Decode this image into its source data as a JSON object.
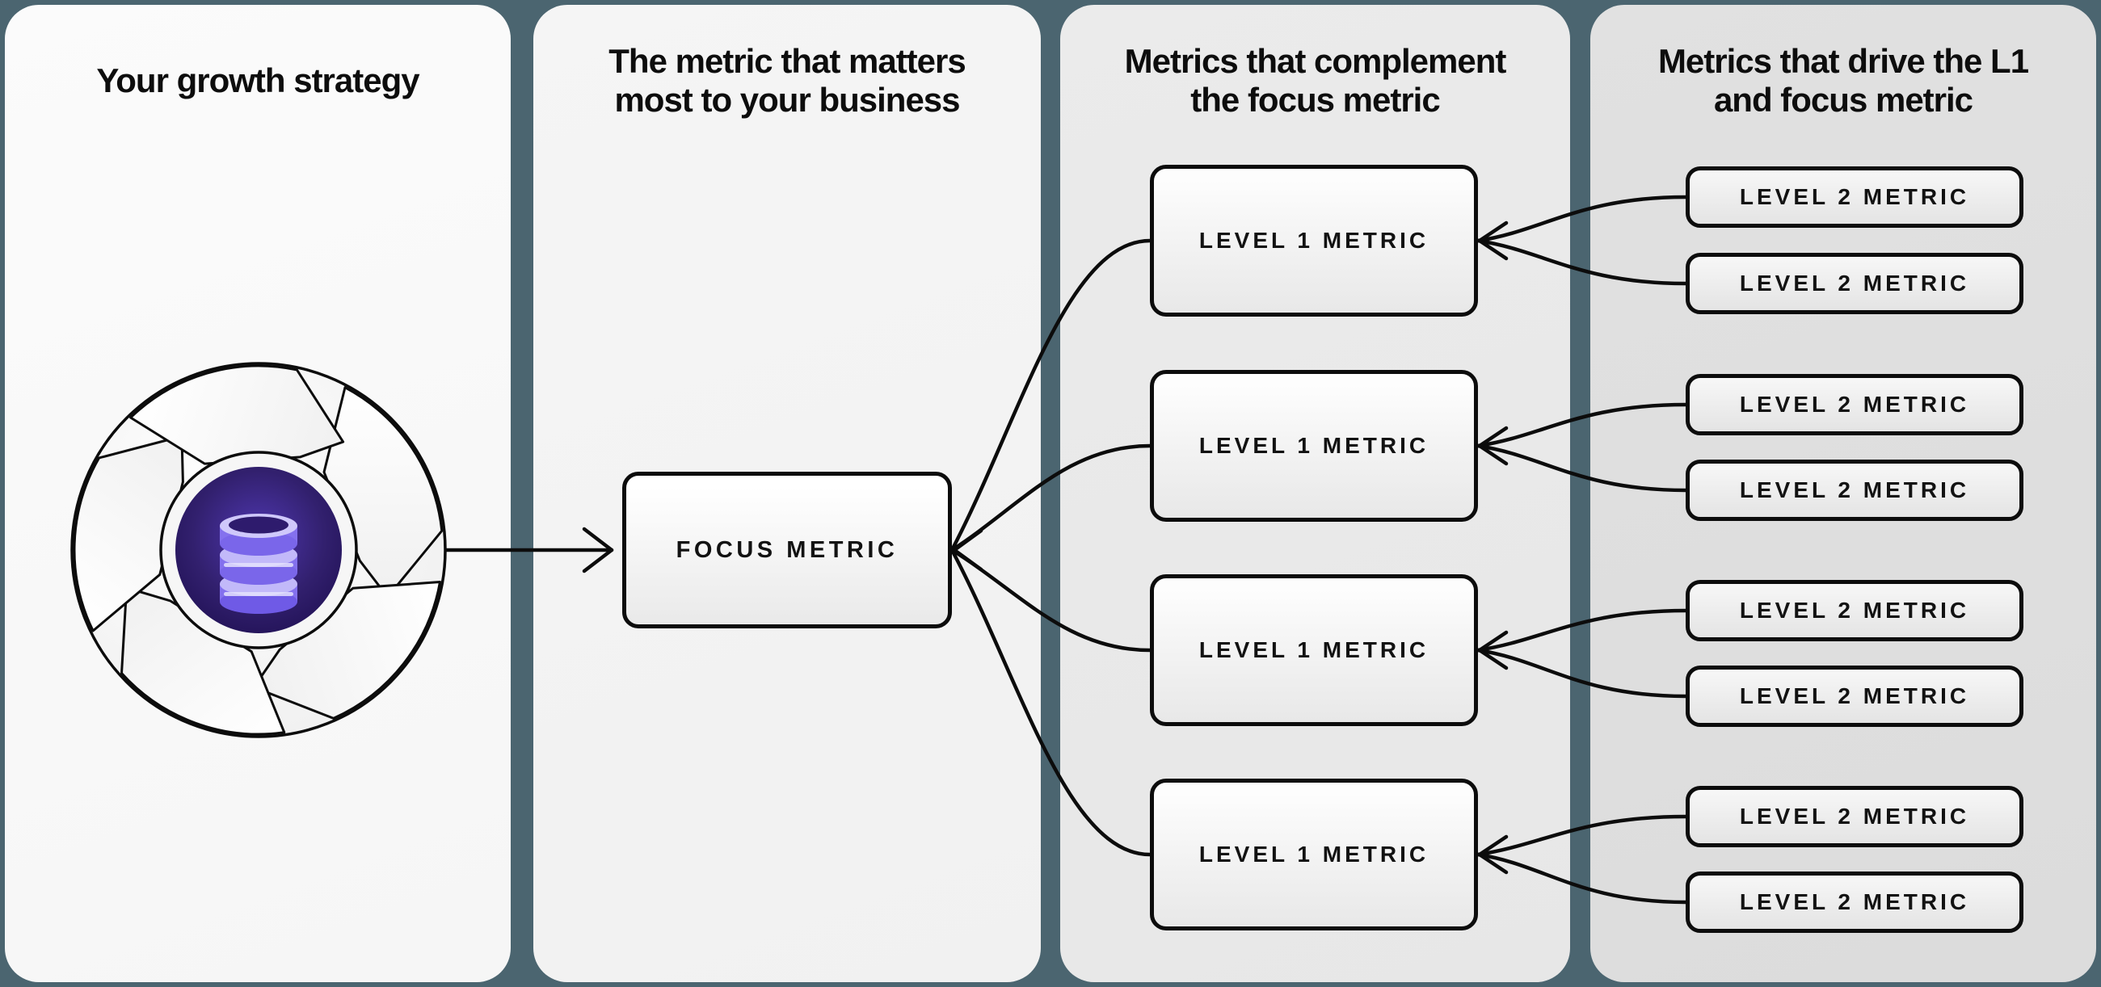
{
  "panels": [
    {
      "id": "growth-strategy",
      "heading_lines": [
        "Your growth strategy"
      ]
    },
    {
      "id": "focus-metric",
      "heading_lines": [
        "The metric that matters",
        "most to your business"
      ]
    },
    {
      "id": "level-1-metrics",
      "heading_lines": [
        "Metrics that complement",
        "the focus metric"
      ]
    },
    {
      "id": "level-2-metrics",
      "heading_lines": [
        "Metrics that drive the L1",
        "and focus metric"
      ]
    }
  ],
  "nodes": {
    "focus_metric": {
      "label": "FOCUS METRIC"
    },
    "level1_metrics": [
      {
        "label": "LEVEL 1 METRIC"
      },
      {
        "label": "LEVEL 1 METRIC"
      },
      {
        "label": "LEVEL 1 METRIC"
      },
      {
        "label": "LEVEL 1 METRIC"
      }
    ],
    "level2_metrics": [
      {
        "label": "LEVEL 2 METRIC"
      },
      {
        "label": "LEVEL 2 METRIC"
      },
      {
        "label": "LEVEL 2 METRIC"
      },
      {
        "label": "LEVEL 2 METRIC"
      },
      {
        "label": "LEVEL 2 METRIC"
      },
      {
        "label": "LEVEL 2 METRIC"
      },
      {
        "label": "LEVEL 2 METRIC"
      },
      {
        "label": "LEVEL 2 METRIC"
      }
    ]
  },
  "icon": {
    "name": "growth-loop-database-icon"
  },
  "colors": {
    "background": "#4b6570",
    "panel_1": "#f9f9f9",
    "panel_2": "#f3f3f3",
    "panel_3": "#e9e9e9",
    "panel_4": "#dedede",
    "connector": "#0c0c0c",
    "box_border": "#0c0c0c",
    "icon_disc": "#2a1968",
    "icon_database": "#8471ee"
  }
}
